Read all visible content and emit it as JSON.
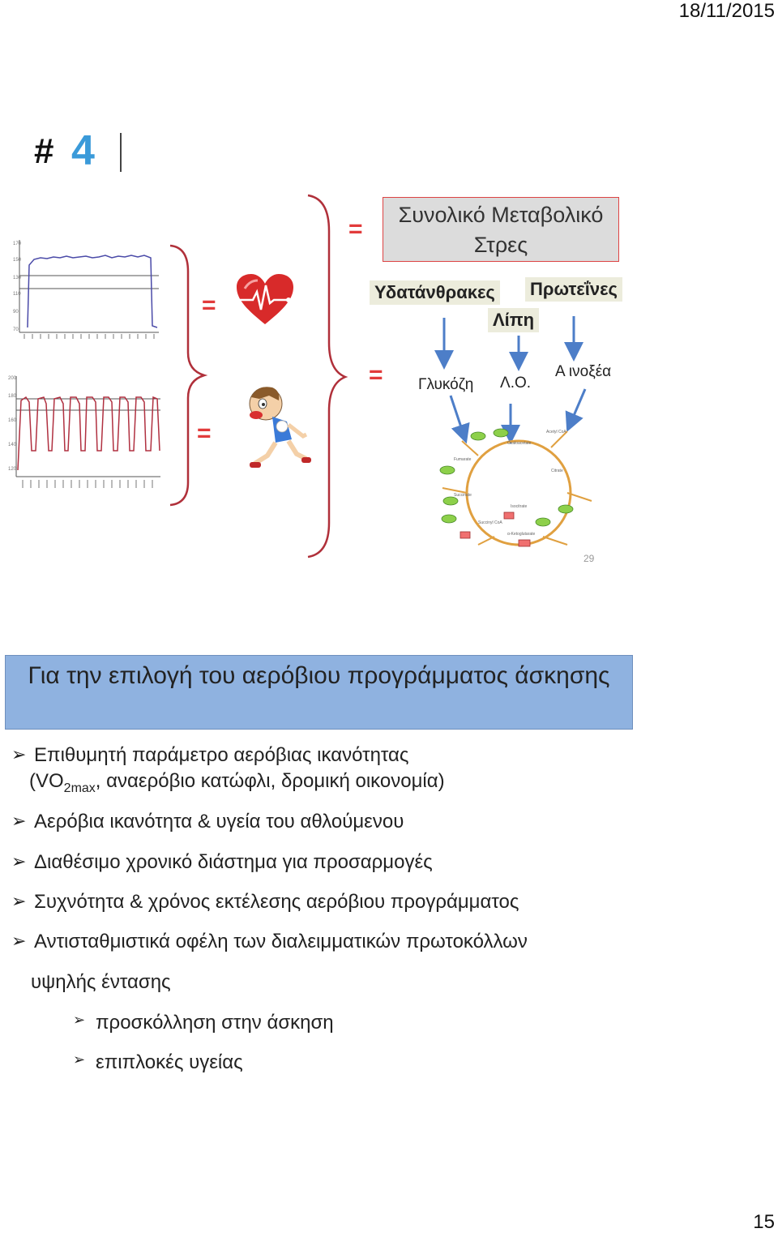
{
  "header": {
    "date": "18/11/2015"
  },
  "footer": {
    "page_number": "15"
  },
  "slide": {
    "hash": "#",
    "number": "4",
    "equals": "=",
    "stress_label": "Συνολικό Μεταβολικό Στρες",
    "nutrients": {
      "carbs": "Υδατάνθρακες",
      "fats": "Λίπη",
      "proteins": "Πρωτεΐνες"
    },
    "metabolites": {
      "glucose": "Γλυκόζη",
      "fatty_acids": "Λ.Ο.",
      "amino_acids": "Α ινοξέα"
    },
    "tiny_slide_number": "29"
  },
  "section": {
    "title": "Για την επιλογή του αερόβιου προγράμματος άσκησης",
    "bullets": [
      {
        "text": "Επιθυμητή παράμετρο αερόβιας ικανότητας"
      },
      {
        "text": "Αερόβια ικανότητα & υγεία του αθλούμενου"
      },
      {
        "text": "Διαθέσιμο χρονικό διάστημα για προσαρμογές"
      },
      {
        "text": "Συχνότητα & χρόνος εκτέλεσης αερόβιου προγράμματος"
      },
      {
        "text": "Αντισταθμιστικά οφέλη των διαλειμματικών πρωτοκόλλων"
      }
    ],
    "bullet1_line2": {
      "open": "(VO",
      "sub": "2max",
      "rest": ", αναερόβιο κατώφλι, δρομική οικονομία)"
    },
    "continuation": "υψηλής έντασης",
    "sub_bullets": [
      {
        "text": "προσκόλληση στην άσκηση"
      },
      {
        "text": "επιπλοκές υγείας"
      }
    ],
    "bullet_glyph": "➢"
  },
  "colors": {
    "accent_red": "#e23b3b",
    "title_blue": "#8fb2e0",
    "digit_blue": "#3a9ad9",
    "brace_red": "#b0303a"
  }
}
